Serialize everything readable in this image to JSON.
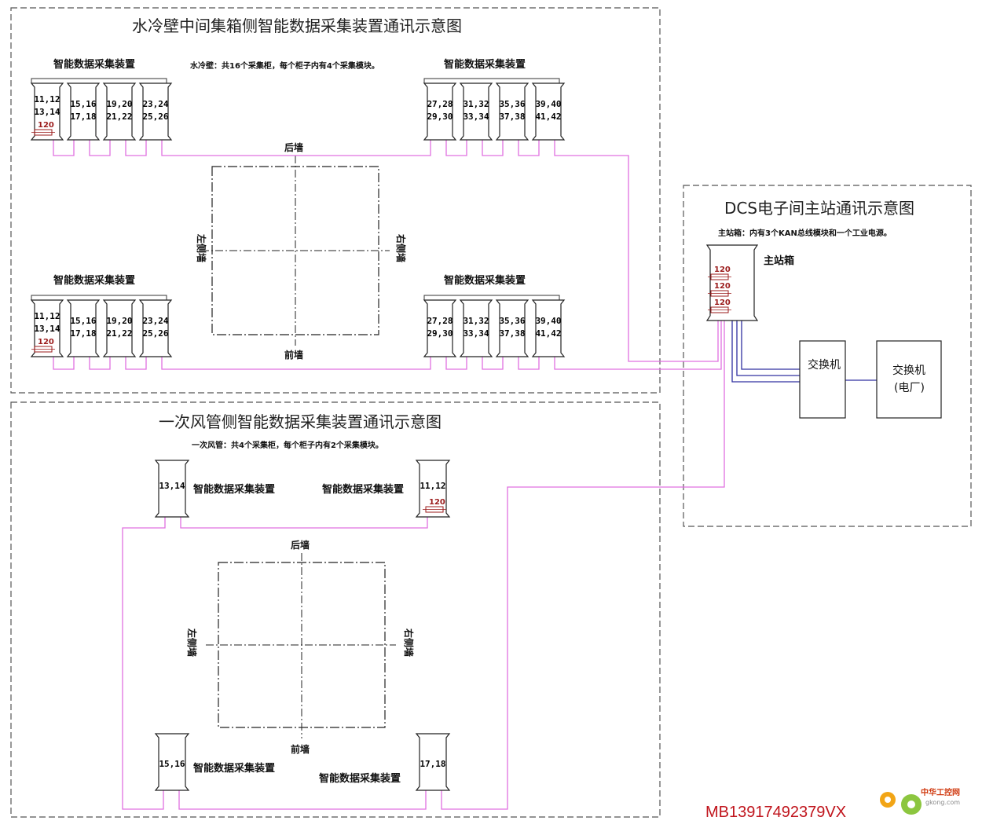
{
  "panels": {
    "top": {
      "title": "水冷壁中间集箱侧智能数据采集装置通讯示意图",
      "note": "水冷壁：共16个采集柜，每个柜子内有4个采集模块。",
      "group_label": "智能数据采集装置",
      "walls": {
        "back": "后墙",
        "front": "前墙",
        "left": "左侧墙",
        "right": "右侧墙"
      },
      "groups": [
        {
          "cabinets": [
            [
              "11,12",
              "13,14"
            ],
            [
              "15,16",
              "17,18"
            ],
            [
              "19,20",
              "21,22"
            ],
            [
              "23,24",
              "25,26"
            ]
          ],
          "resistor": "120"
        },
        {
          "cabinets": [
            [
              "27,28",
              "29,30"
            ],
            [
              "31,32",
              "33,34"
            ],
            [
              "35,36",
              "37,38"
            ],
            [
              "39,40",
              "41,42"
            ]
          ]
        },
        {
          "cabinets": [
            [
              "11,12",
              "13,14"
            ],
            [
              "15,16",
              "17,18"
            ],
            [
              "19,20",
              "21,22"
            ],
            [
              "23,24",
              "25,26"
            ]
          ],
          "resistor": "120"
        },
        {
          "cabinets": [
            [
              "27,28",
              "29,30"
            ],
            [
              "31,32",
              "33,34"
            ],
            [
              "35,36",
              "37,38"
            ],
            [
              "39,40",
              "41,42"
            ]
          ]
        }
      ]
    },
    "bottom": {
      "title": "一次风管侧智能数据采集装置通讯示意图",
      "note": "一次风管：共4个采集柜，每个柜子内有2个采集模块。",
      "device_label": "智能数据采集装置",
      "walls": {
        "back": "后墙",
        "front": "前墙",
        "left": "左侧墙",
        "right": "右侧墙"
      },
      "cabinets": [
        {
          "label": "13,14"
        },
        {
          "label": "11,12",
          "resistor": "120"
        },
        {
          "label": "15,16"
        },
        {
          "label": "17,18"
        }
      ]
    },
    "dcs": {
      "title": "DCS电子间主站通讯示意图",
      "note": "主站箱：内有3个KAN总线模块和一个工业电源。",
      "master_label": "主站箱",
      "resistors": [
        "120",
        "120",
        "120"
      ],
      "switch1": "交换机",
      "switch2_line1": "交换机",
      "switch2_line2": "(电厂)"
    }
  },
  "watermark": "MB13917492379VX",
  "logo": {
    "name": "中华工控网",
    "domain": "gkong.com"
  },
  "colors": {
    "bus": "#e070e0",
    "network": "#3030a0",
    "resistor": "#9b1b1b",
    "watermark": "#c0141c",
    "frame": "#555555"
  }
}
